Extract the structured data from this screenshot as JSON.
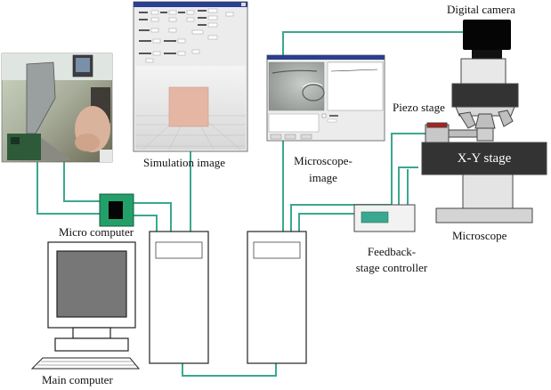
{
  "labels": {
    "digital_camera": "Digital camera",
    "simulation_image": "Simulation image",
    "microscope_image_1": "Microscope-",
    "microscope_image_2": "image",
    "piezo_stage": "Piezo stage",
    "xy_stage": "X-Y stage",
    "micro_computer": "Micro computer",
    "feedback_1": "Feedback-",
    "feedback_2": "stage controller",
    "microscope": "Microscope",
    "main_computer": "Main computer"
  },
  "colors": {
    "wire": "#3aa890",
    "controller_led": "#3aa890",
    "xy_stage_fill": "#333333",
    "piezo_red": "#b02020",
    "cube": "#e6b6a4"
  },
  "icons": {
    "camera": "digital-camera-icon",
    "microscope": "microscope-icon",
    "monitor": "crt-monitor-icon",
    "keyboard": "keyboard-icon",
    "chip": "micro-computer-chip-icon",
    "tower": "computer-tower-icon"
  }
}
